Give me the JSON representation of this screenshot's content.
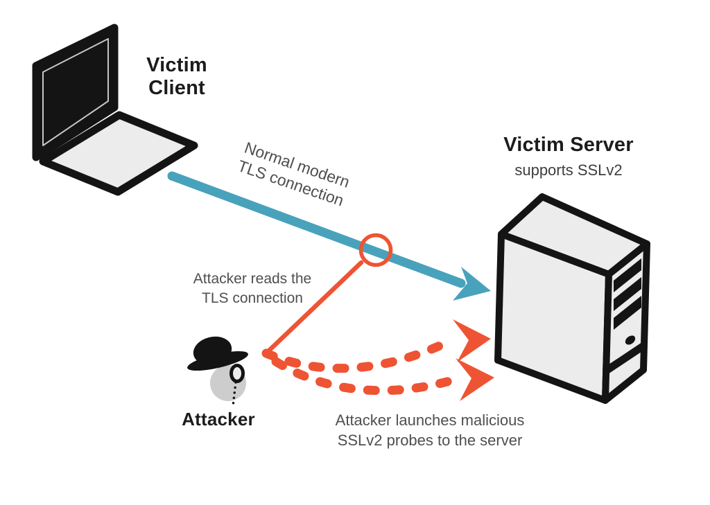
{
  "colors": {
    "background": "#ffffff",
    "teal": "#49a2bc",
    "orange": "#ee5433",
    "ink": "#141414",
    "panel_gray": "#ececec",
    "face_gray": "#cdcdcd",
    "bezel_gray": "#c6c6c6",
    "label_ink": "#1c1c1c",
    "annotation_gray": "#4f4f4f"
  },
  "nodes": {
    "client": {
      "line1": "Victim",
      "line2": "Client"
    },
    "server": {
      "title": "Victim Server",
      "subtitle": "supports SSLv2"
    },
    "attacker": {
      "label": "Attacker"
    }
  },
  "connections": {
    "tls": {
      "line1": "Normal modern",
      "line2": "TLS connection"
    },
    "eavesdrop": {
      "line1": "Attacker reads the",
      "line2": "TLS connection"
    },
    "probes": {
      "line1": "Attacker launches malicious",
      "line2": "SSLv2 probes to the server"
    }
  }
}
